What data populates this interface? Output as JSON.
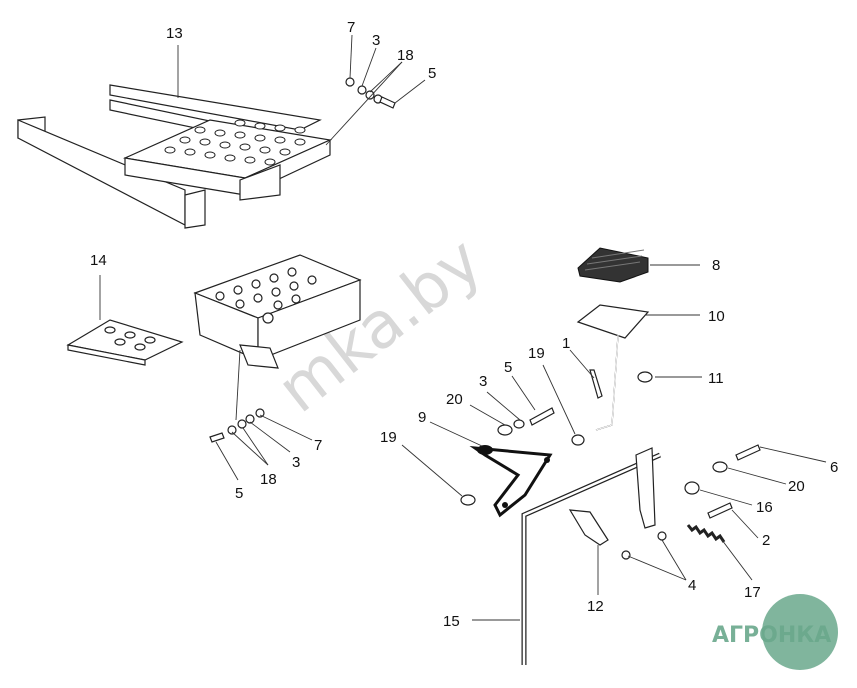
{
  "watermark": "mka.by",
  "logo": {
    "text": "АГРОНКА",
    "color": "#6aa88c"
  },
  "callouts": {
    "c1": "1",
    "c2": "2",
    "c3a": "3",
    "c3b": "3",
    "c3c": "3",
    "c4": "4",
    "c5a": "5",
    "c5b": "5",
    "c5c": "5",
    "c6": "6",
    "c7a": "7",
    "c7b": "7",
    "c8": "8",
    "c9": "9",
    "c10": "10",
    "c11": "11",
    "c12": "12",
    "c13": "13",
    "c14": "14",
    "c15": "15",
    "c16": "16",
    "c17": "17",
    "c18a": "18",
    "c18b": "18",
    "c19a": "19",
    "c19b": "19",
    "c20a": "20",
    "c20b": "20"
  }
}
